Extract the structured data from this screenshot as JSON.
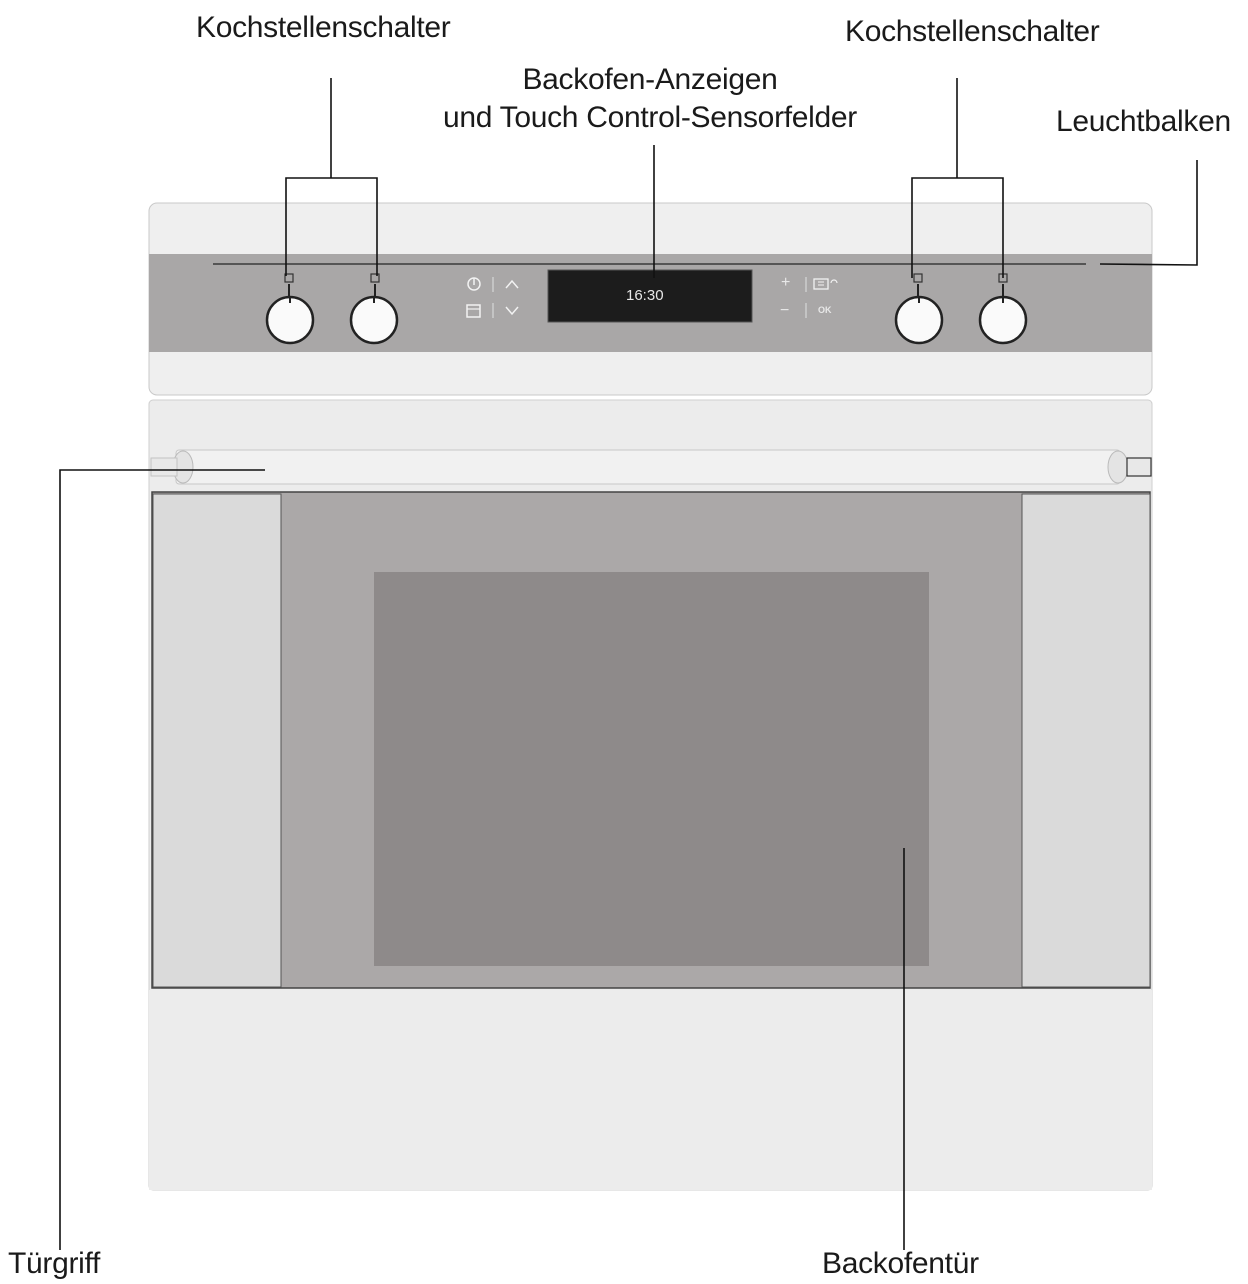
{
  "labels": {
    "hob_switch_left": "Kochstellenschalter",
    "hob_switch_right": "Kochstellenschalter",
    "display_line1": "Backofen-Anzeigen",
    "display_line2": "und Touch Control-Sensorfelder",
    "light_bar": "Leuchtbalken",
    "door_handle": "Türgriff",
    "oven_door": "Backofentür"
  },
  "display": {
    "time": "16:30"
  },
  "sensor_keys": {
    "plus": "+",
    "minus": "−",
    "ok": "OK"
  },
  "colors": {
    "panel_band": "#a9a7a7",
    "display_bg": "#1c1c1c",
    "door_frame": "#aba8a8",
    "door_glass": "#8e8a8a",
    "appliance_body": "#ececec"
  }
}
